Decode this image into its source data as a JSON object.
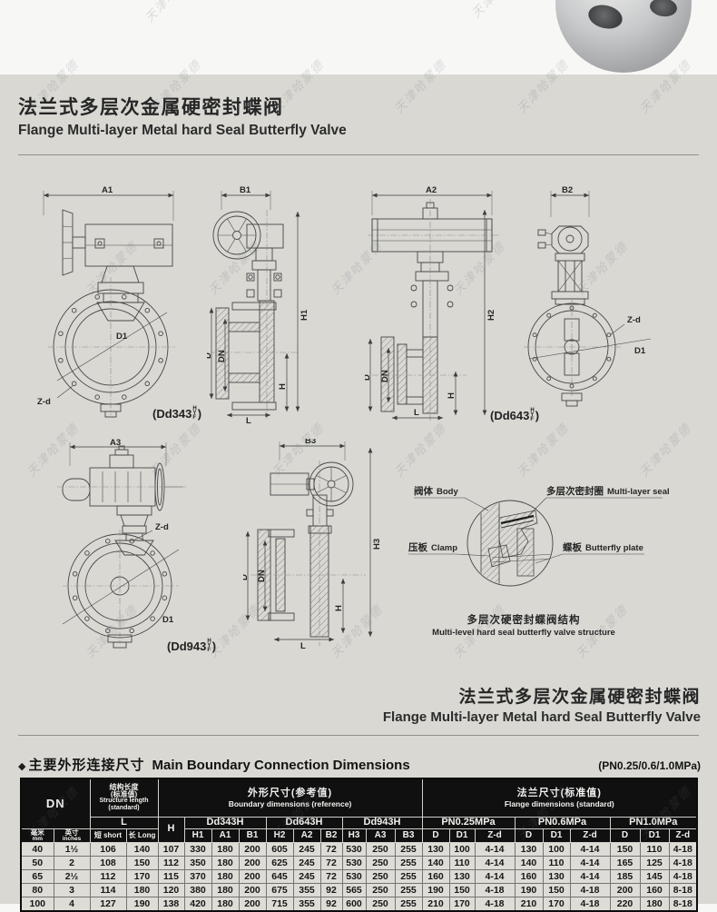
{
  "page": {
    "watermark": "天津哈蒙德"
  },
  "header": {
    "title_zh": "法兰式多层次金属硬密封蝶阀",
    "title_en": "Flange Multi-layer Metal hard Seal Butterfly Valve"
  },
  "figures": {
    "common": {
      "d": "D",
      "dn": "DN",
      "h": "H",
      "l": "L",
      "zd": "Z-d",
      "d1": "D1"
    },
    "fig1_top": "A1",
    "fig2_top": "B1",
    "fig2_height": "H1",
    "fig3_top": "A2",
    "fig3_height": "H2",
    "fig4_top": "B2",
    "fig5_top": "A3",
    "fig6_top": "B3",
    "fig6_height": "H3",
    "captions": {
      "c1": "(Dd343",
      "c2": "(Dd643",
      "c3": "(Dd943",
      "letters": [
        "H",
        "Y",
        "F"
      ],
      "close": ")"
    }
  },
  "detail": {
    "body_zh": "阀体",
    "body_en": "Body",
    "seal_zh": "多层次密封圈",
    "seal_en": "Multi-layer seal",
    "clamp_zh": "压板",
    "clamp_en": "Clamp",
    "plate_zh": "蝶板",
    "plate_en": "Butterfly plate",
    "caption_zh": "多层次硬密封蝶阀结构",
    "caption_en": "Multi-level hard seal butterfly valve structure"
  },
  "section": {
    "marker": "◆",
    "title_zh": "主要外形连接尺寸",
    "title_en": "Main Boundary Connection Dimensions",
    "pressure_note": "(PN0.25/0.6/1.0MPa)"
  },
  "table": {
    "header": {
      "dn": "DN",
      "structure_length_lines": [
        "结构长度",
        "(标准值)",
        "Structure length",
        "(standard)"
      ],
      "boundary_zh": "外形尺寸(参考值)",
      "boundary_en": "Boundary dimensions (reference)",
      "flange_zh": "法兰尺寸(标准值)",
      "flange_en": "Flange dimensions (standard)",
      "l": "L",
      "h": "H",
      "models": [
        "Dd343H",
        "Dd643H",
        "Dd943H"
      ],
      "pn": [
        "PN0.25MPa",
        "PN0.6MPa",
        "PN1.0MPa"
      ],
      "mm_zh": "毫米",
      "mm_en": "mm",
      "inch_zh": "英寸",
      "inch_en": "inches",
      "short": "短 short",
      "long": "长 Long",
      "sub_cols": [
        "H1",
        "A1",
        "B1",
        "H2",
        "A2",
        "B2",
        "H3",
        "A3",
        "B3",
        "D",
        "D1",
        "Z-d",
        "D",
        "D1",
        "Z-d",
        "D",
        "D1",
        "Z-d"
      ]
    },
    "rows": [
      [
        "40",
        "1½",
        "106",
        "140",
        "107",
        "330",
        "180",
        "200",
        "605",
        "245",
        "72",
        "530",
        "250",
        "255",
        "130",
        "100",
        "4-14",
        "130",
        "100",
        "4-14",
        "150",
        "110",
        "4-18"
      ],
      [
        "50",
        "2",
        "108",
        "150",
        "112",
        "350",
        "180",
        "200",
        "625",
        "245",
        "72",
        "530",
        "250",
        "255",
        "140",
        "110",
        "4-14",
        "140",
        "110",
        "4-14",
        "165",
        "125",
        "4-18"
      ],
      [
        "65",
        "2½",
        "112",
        "170",
        "115",
        "370",
        "180",
        "200",
        "645",
        "245",
        "72",
        "530",
        "250",
        "255",
        "160",
        "130",
        "4-14",
        "160",
        "130",
        "4-14",
        "185",
        "145",
        "4-18"
      ],
      [
        "80",
        "3",
        "114",
        "180",
        "120",
        "380",
        "180",
        "200",
        "675",
        "355",
        "92",
        "565",
        "250",
        "255",
        "190",
        "150",
        "4-18",
        "190",
        "150",
        "4-18",
        "200",
        "160",
        "8-18"
      ],
      [
        "100",
        "4",
        "127",
        "190",
        "138",
        "420",
        "180",
        "200",
        "715",
        "355",
        "92",
        "600",
        "250",
        "255",
        "210",
        "170",
        "4-18",
        "210",
        "170",
        "4-18",
        "220",
        "180",
        "8-18"
      ]
    ]
  }
}
